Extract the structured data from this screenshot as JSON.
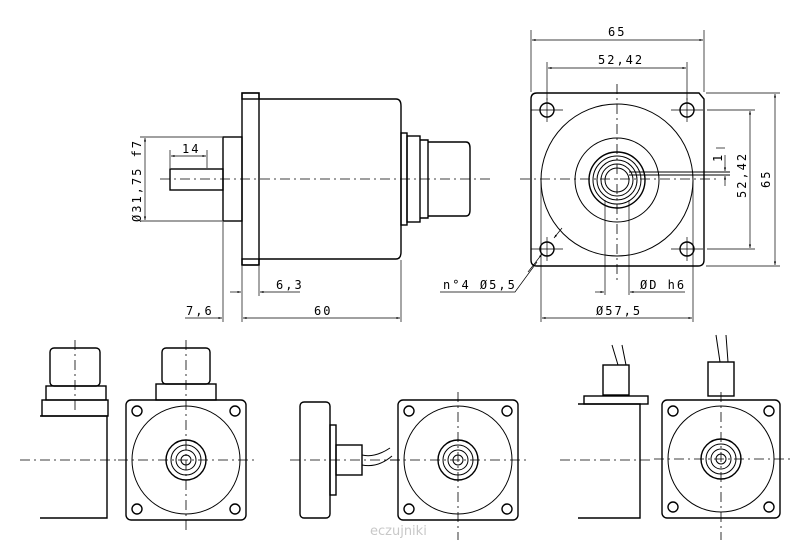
{
  "drawing": {
    "side_view": {
      "dims": {
        "shaft_length": "14",
        "pilot_diameter": "Ø31,75 f7",
        "flange_thickness": "6,3",
        "pilot_length": "7,6",
        "body_length": "60"
      }
    },
    "front_view": {
      "dims": {
        "width": "65",
        "hole_spacing_h": "52,42",
        "hole_spacing_v": "52,42",
        "height": "65",
        "holes": "n°4 Ø5,5",
        "shaft_diameter": "ØD h6",
        "body_diameter": "Ø57,5",
        "flat": "1"
      }
    },
    "watermark": "eczujniki"
  }
}
